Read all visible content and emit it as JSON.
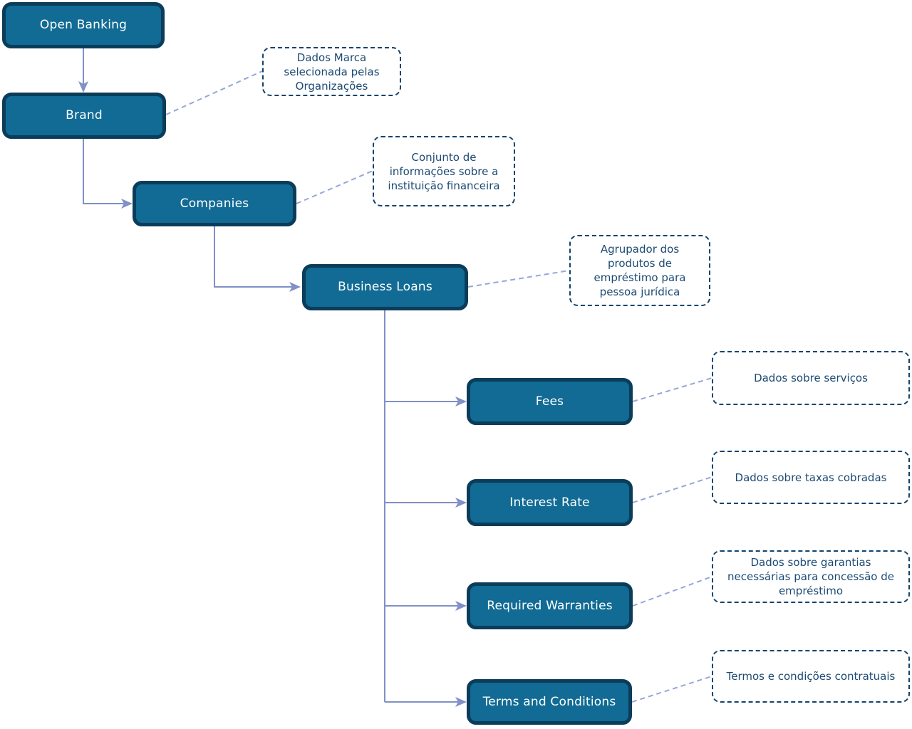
{
  "colors": {
    "node-fill": "#116B94",
    "node-border": "#0B3C5A",
    "node-text": "#FFFFFF",
    "note-border": "#12436B",
    "note-text": "#1C4A73",
    "edge-solid": "#8090C8",
    "edge-dashed": "#97A6D9"
  },
  "nodes": {
    "open_banking": "Open Banking",
    "brand": "Brand",
    "companies": "Companies",
    "business_loans": "Business Loans",
    "fees": "Fees",
    "interest_rate": "Interest Rate",
    "required_warranties": "Required Warranties",
    "terms_and_conditions": "Terms and Conditions"
  },
  "notes": {
    "brand": "Dados Marca selecionada pelas Organizações",
    "companies": "Conjunto de informações sobre a instituição financeira",
    "business_loans": "Agrupador dos produtos de empréstimo para pessoa jurídica",
    "fees": "Dados sobre serviços",
    "interest_rate": "Dados sobre taxas cobradas",
    "required_warranties": "Dados sobre garantias necessárias para concessão de empréstimo",
    "terms_and_conditions": "Termos e condições contratuais"
  }
}
